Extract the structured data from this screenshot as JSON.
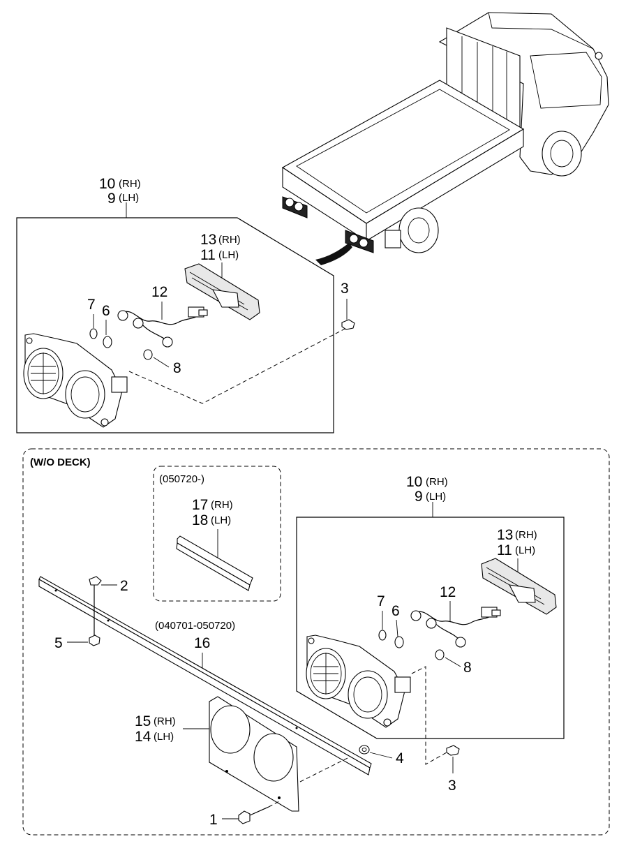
{
  "labels": {
    "top": {
      "p10": "10",
      "p10s": "(RH)",
      "p9": "9",
      "p9s": "(LH)",
      "p13": "13",
      "p13s": "(RH)",
      "p11": "11",
      "p11s": "(LH)",
      "p12": "12",
      "p7": "7",
      "p6": "6",
      "p8": "8",
      "p3": "3"
    },
    "wo_deck": "(W/O DECK)",
    "date_box": "(050720-)",
    "p17": "17",
    "p17s": "(RH)",
    "p18": "18",
    "p18s": "(LH)",
    "range": "(040701-050720)",
    "p2": "2",
    "p5": "5",
    "p16": "16",
    "p15": "15",
    "p15s": "(RH)",
    "p14": "14",
    "p14s": "(LH)",
    "p4": "4",
    "p1": "1",
    "bottom": {
      "p10": "10",
      "p10s": "(RH)",
      "p9": "9",
      "p9s": "(LH)",
      "p13": "13",
      "p13s": "(RH)",
      "p11": "11",
      "p11s": "(LH)",
      "p12": "12",
      "p7": "7",
      "p6": "6",
      "p8": "8",
      "p3": "3"
    }
  }
}
